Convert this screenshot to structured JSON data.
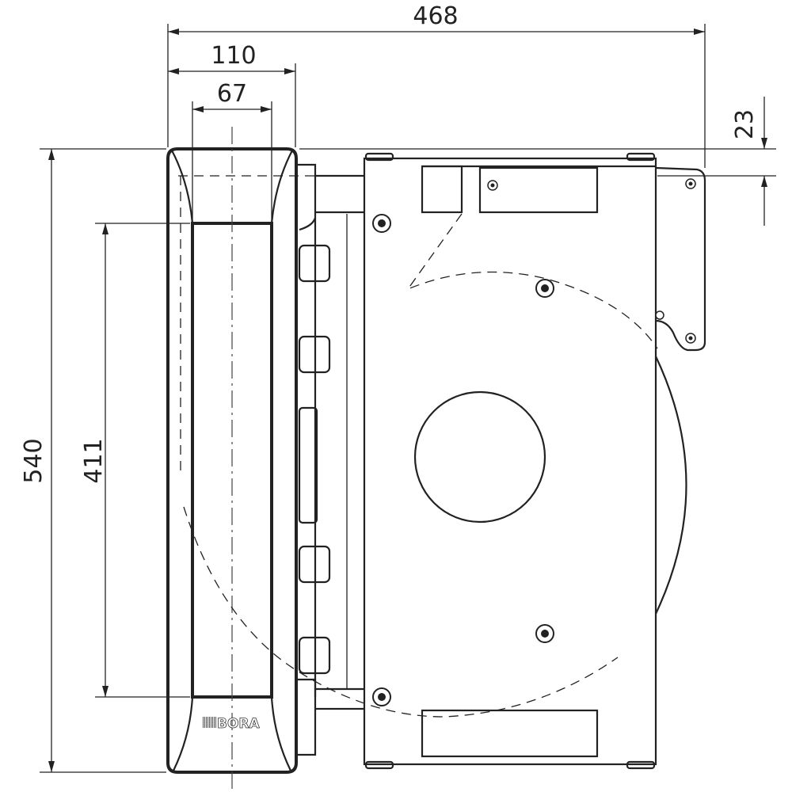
{
  "dimensions": {
    "overall_depth": "468",
    "panel_depth": "110",
    "glass_width": "67",
    "top_offset": "23",
    "overall_height": "540",
    "glass_height": "411"
  },
  "logo": {
    "text": "BORA"
  },
  "colors": {
    "line": "#222222",
    "background": "#ffffff"
  }
}
